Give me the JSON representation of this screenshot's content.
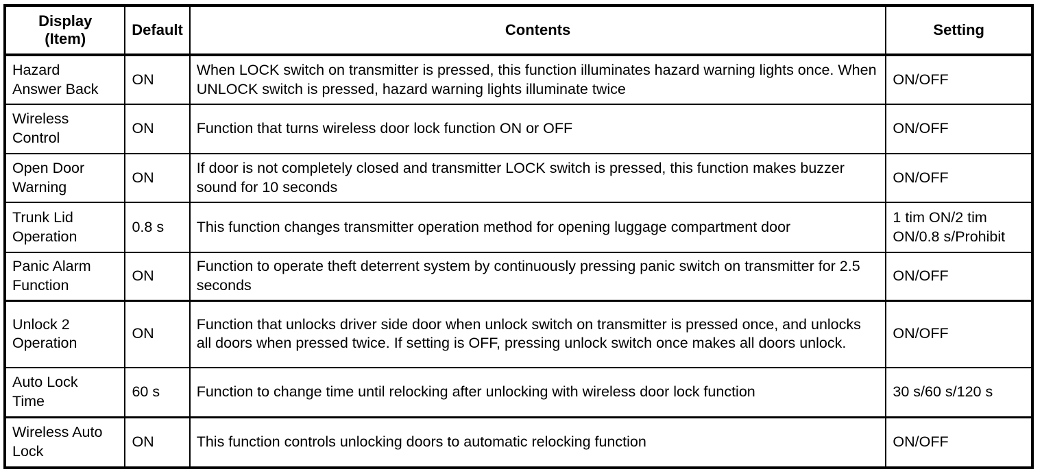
{
  "table": {
    "name": "wireless-door-lock-function-settings",
    "columns": [
      {
        "key": "item",
        "label_line1": "Display",
        "label_line2": "(Item)"
      },
      {
        "key": "default",
        "label_line1": "Default",
        "label_line2": ""
      },
      {
        "key": "contents",
        "label_line1": "Contents",
        "label_line2": ""
      },
      {
        "key": "setting",
        "label_line1": "Setting",
        "label_line2": ""
      }
    ],
    "rows": [
      {
        "item_line1": "Hazard",
        "item_line2": "Answer Back",
        "default": "ON",
        "contents": "When LOCK switch on transmitter is pressed, this function illuminates hazard warning lights once. When UNLOCK switch is pressed, hazard warning lights illuminate twice",
        "setting_line1": "ON/OFF",
        "setting_line2": ""
      },
      {
        "item_line1": "Wireless",
        "item_line2": "Control",
        "default": "ON",
        "contents": "Function that turns wireless door lock function ON or OFF",
        "setting_line1": "ON/OFF",
        "setting_line2": ""
      },
      {
        "item_line1": "Open Door",
        "item_line2": "Warning",
        "default": "ON",
        "contents": "If door is not completely closed and transmitter LOCK switch is pressed, this function makes buzzer sound for 10 seconds",
        "setting_line1": "ON/OFF",
        "setting_line2": ""
      },
      {
        "item_line1": "Trunk Lid",
        "item_line2": "Operation",
        "default": "0.8 s",
        "contents": "This function changes transmitter operation method for opening luggage compartment door",
        "setting_line1": "1 tim ON/2 tim",
        "setting_line2": "ON/0.8 s/Prohibit"
      },
      {
        "item_line1": "Panic Alarm",
        "item_line2": "Function",
        "default": "ON",
        "contents": "Function to operate theft deterrent system by continuously pressing panic switch on transmitter for 2.5 seconds",
        "setting_line1": "ON/OFF",
        "setting_line2": ""
      },
      {
        "item_line1": "Unlock 2",
        "item_line2": "Operation",
        "default": "ON",
        "contents": "Function that unlocks driver side door when unlock switch on transmitter is pressed once, and unlocks all doors when pressed twice. If setting is OFF, pressing unlock switch once makes all doors unlock.",
        "setting_line1": "ON/OFF",
        "setting_line2": ""
      },
      {
        "item_line1": "Auto Lock",
        "item_line2": "Time",
        "default": "60 s",
        "contents": "Function to change time until relocking after unlocking with wireless door lock function",
        "setting_line1": "30 s/60 s/120 s",
        "setting_line2": ""
      },
      {
        "item_line1": "Wireless Auto",
        "item_line2": "Lock",
        "default": "ON",
        "contents": "This function controls unlocking doors to automatic relocking function",
        "setting_line1": "ON/OFF",
        "setting_line2": ""
      }
    ]
  },
  "colors": {
    "text": "#000000",
    "background": "#ffffff",
    "border": "#000000"
  }
}
